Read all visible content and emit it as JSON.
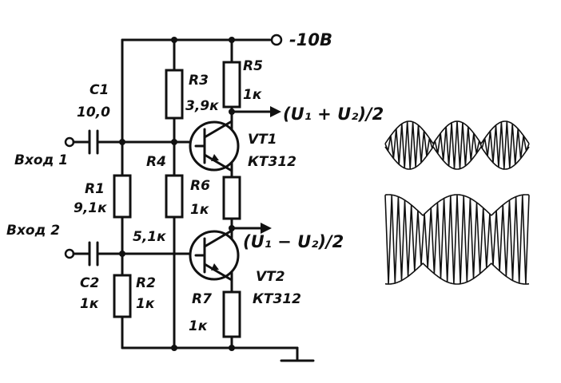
{
  "supply": {
    "label": "-10В"
  },
  "inputs": {
    "in1": "Вход 1",
    "in2": "Вход 2"
  },
  "outputs": {
    "sum": "(U₁ + U₂)/2",
    "diff": "(U₁ − U₂)/2"
  },
  "components": {
    "c1": {
      "name": "C1",
      "value": "10,0"
    },
    "c2": {
      "name": "C2",
      "value": "1к"
    },
    "r1": {
      "name": "R1",
      "value": "9,1к"
    },
    "r2": {
      "name": "R2",
      "value": "1к"
    },
    "r3": {
      "name": "R3",
      "value": "3,9к"
    },
    "r4": {
      "name": "R4",
      "value": "5,1к"
    },
    "r5": {
      "name": "R5",
      "value": "1к"
    },
    "r6": {
      "name": "R6",
      "value": "1к"
    },
    "r7": {
      "name": "R7",
      "value": "1к"
    },
    "vt1": {
      "name": "VT1",
      "type": "КТ312"
    },
    "vt2": {
      "name": "VT2",
      "type": "КТ312"
    }
  }
}
